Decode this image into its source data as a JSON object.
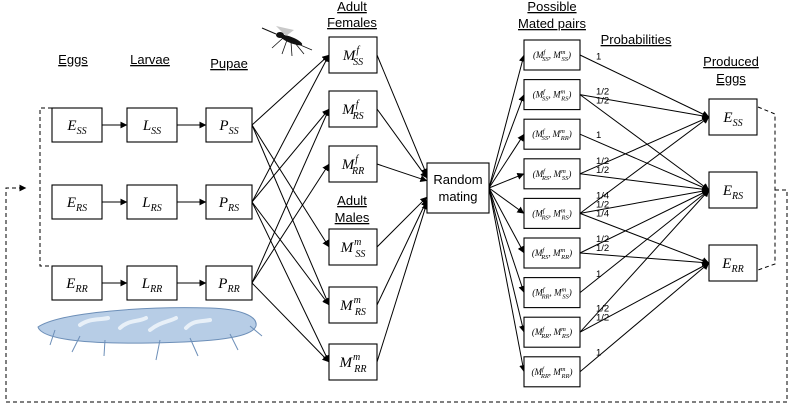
{
  "headers": {
    "eggs": "Eggs",
    "larvae": "Larvae",
    "pupae": "Pupae",
    "adult_females_1": "Adult",
    "adult_females_2": "Females",
    "adult_males_1": "Adult",
    "adult_males_2": "Males",
    "mated_1": "Possible",
    "mated_2": "Mated pairs",
    "probabilities": "Probabilities",
    "produced_1": "Produced",
    "produced_2": "Eggs"
  },
  "stages": {
    "eggs": [
      {
        "base": "E",
        "sub": "SS"
      },
      {
        "base": "E",
        "sub": "RS"
      },
      {
        "base": "E",
        "sub": "RR"
      }
    ],
    "larvae": [
      {
        "base": "L",
        "sub": "SS"
      },
      {
        "base": "L",
        "sub": "RS"
      },
      {
        "base": "L",
        "sub": "RR"
      }
    ],
    "pupae": [
      {
        "base": "P",
        "sub": "SS"
      },
      {
        "base": "P",
        "sub": "RS"
      },
      {
        "base": "P",
        "sub": "RR"
      }
    ],
    "females": [
      {
        "base": "M",
        "sup": "f",
        "sub": "SS"
      },
      {
        "base": "M",
        "sup": "f",
        "sub": "RS"
      },
      {
        "base": "M",
        "sup": "f",
        "sub": "RR"
      }
    ],
    "males": [
      {
        "base": "M",
        "sup": "m",
        "sub": "SS"
      },
      {
        "base": "M",
        "sup": "m",
        "sub": "RS"
      },
      {
        "base": "M",
        "sup": "m",
        "sub": "RR"
      }
    ],
    "produced": [
      {
        "base": "E",
        "sub": "SS"
      },
      {
        "base": "E",
        "sub": "RS"
      },
      {
        "base": "E",
        "sub": "RR"
      }
    ]
  },
  "random_mating": {
    "line1": "Random",
    "line2": "mating"
  },
  "pairs": [
    {
      "f": "SS",
      "m": "SS"
    },
    {
      "f": "SS",
      "m": "RS"
    },
    {
      "f": "SS",
      "m": "RR"
    },
    {
      "f": "RS",
      "m": "SS"
    },
    {
      "f": "RS",
      "m": "RS"
    },
    {
      "f": "RS",
      "m": "RR"
    },
    {
      "f": "RR",
      "m": "SS"
    },
    {
      "f": "RR",
      "m": "RS"
    },
    {
      "f": "RR",
      "m": "RR"
    }
  ],
  "probability_links": [
    {
      "pair": 0,
      "target": 0,
      "label": "1"
    },
    {
      "pair": 1,
      "target": 0,
      "label": "1/2"
    },
    {
      "pair": 1,
      "target": 1,
      "label": "1/2"
    },
    {
      "pair": 2,
      "target": 1,
      "label": "1"
    },
    {
      "pair": 3,
      "target": 0,
      "label": "1/2"
    },
    {
      "pair": 3,
      "target": 1,
      "label": "1/2"
    },
    {
      "pair": 4,
      "target": 0,
      "label": "1/4"
    },
    {
      "pair": 4,
      "target": 1,
      "label": "1/2"
    },
    {
      "pair": 4,
      "target": 2,
      "label": "1/4"
    },
    {
      "pair": 5,
      "target": 1,
      "label": "1/2"
    },
    {
      "pair": 5,
      "target": 2,
      "label": "1/2"
    },
    {
      "pair": 6,
      "target": 1,
      "label": "1"
    },
    {
      "pair": 7,
      "target": 1,
      "label": "1/2"
    },
    {
      "pair": 7,
      "target": 2,
      "label": "1/2"
    },
    {
      "pair": 8,
      "target": 2,
      "label": "1"
    }
  ],
  "icons": [
    "mosquito-icon",
    "larvae-water-icon"
  ]
}
